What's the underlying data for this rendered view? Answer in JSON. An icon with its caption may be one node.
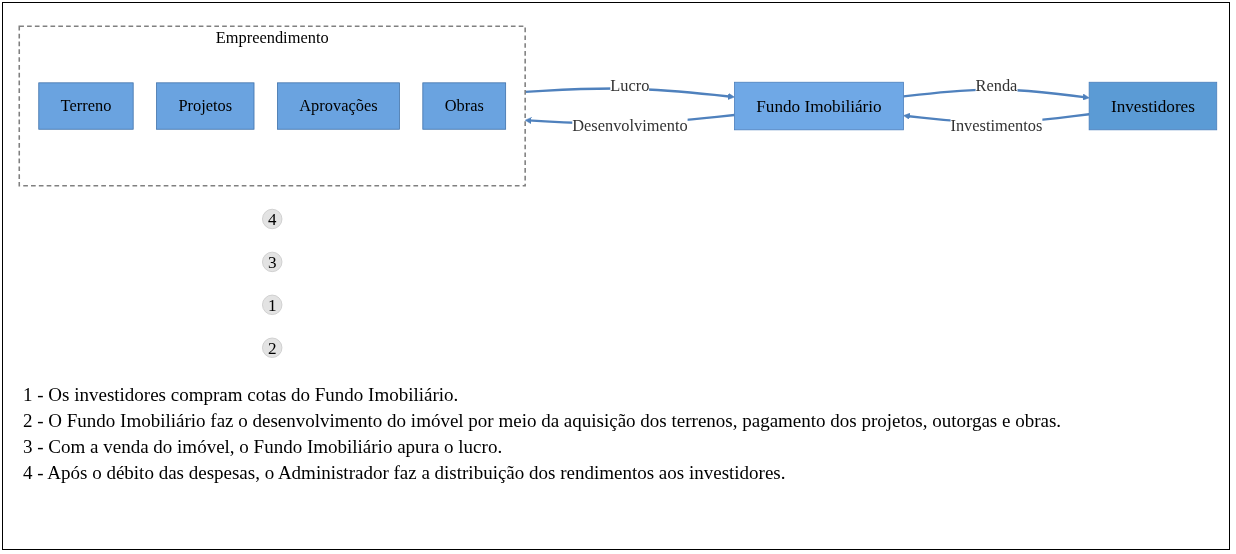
{
  "diagram": {
    "nodes": [
      {
        "text": [
          "Investidores"
        ]
      },
      {
        "text": [
          "Fundo Imobiliário"
        ]
      },
      {
        "text": [
          "Empreendimento"
        ]
      },
      {
        "text": [
          "Terreno"
        ],
        "in": 2
      },
      {
        "text": [
          "Projetos"
        ],
        "in": 2
      },
      {
        "text": [
          "Aprovações"
        ],
        "in": 2
      },
      {
        "text": [
          "Obras"
        ],
        "in": 2
      },
      {
        "text": [
          "4"
        ]
      },
      {
        "text": [
          "3"
        ]
      },
      {
        "text": [
          "1"
        ]
      },
      {
        "text": [
          "2"
        ]
      }
    ],
    "edges": [
      {
        "from": 1,
        "to": 0,
        "arrow": "to",
        "label": "Renda"
      },
      {
        "from": 0,
        "to": 1,
        "arrow": "to",
        "label": "Investimentos"
      },
      {
        "from": 2,
        "to": 1,
        "arrow": "to",
        "label": "Lucro"
      },
      {
        "from": 1,
        "to": 2,
        "arrow": "to",
        "label": "Desenvolvimento"
      }
    ],
    "labels": [
      "1 - Os investidores compram cotas do Fundo Imobiliário.",
      "2 - O Fundo Imobiliário faz o desenvolvimento do imóvel por meio da aquisição dos terrenos, pagamento dos projetos, outorgas e obras.",
      "3 - Com a venda do imóvel, o Fundo Imobiliário apura o lucro.",
      "4 - Após o débito das despesas, o Administrador faz a distribuição dos rendimentos aos investidores."
    ]
  }
}
